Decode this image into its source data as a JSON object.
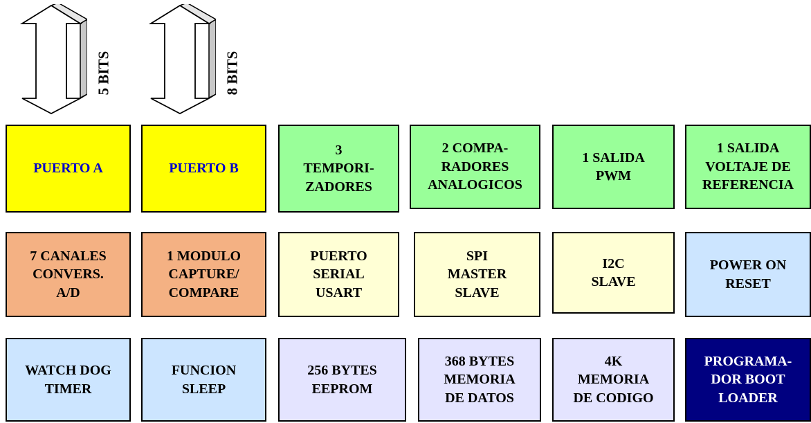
{
  "arrows": [
    {
      "label": "5 BITS",
      "icon": "double-arrow-icon"
    },
    {
      "label": "8 BITS",
      "icon": "double-arrow-icon"
    }
  ],
  "colors": {
    "yellow": "#ffff00",
    "green": "#99ff99",
    "orange": "#f4b183",
    "cream": "#ffffd5",
    "lightblue": "#cce5ff",
    "lavender": "#e4e4ff",
    "navy": "#000080",
    "blue_text": "#0000cc",
    "white_text": "#ffffff",
    "black_text": "#000000"
  },
  "blocks": [
    {
      "text": "PUERTO A",
      "fill": "#ffff00",
      "color": "#0000cc"
    },
    {
      "text": "PUERTO B",
      "fill": "#ffff00",
      "color": "#0000cc"
    },
    {
      "text": "3\nTEMPORI-\nZADORES",
      "fill": "#99ff99",
      "color": "#000000"
    },
    {
      "text": "2 COMPA-\nRADORES\nANALOGICOS",
      "fill": "#99ff99",
      "color": "#000000"
    },
    {
      "text": "1 SALIDA\nPWM",
      "fill": "#99ff99",
      "color": "#000000"
    },
    {
      "text": "1 SALIDA\nVOLTAJE DE\nREFERENCIA",
      "fill": "#99ff99",
      "color": "#000000"
    },
    {
      "text": "7 CANALES\nCONVERS.\nA/D",
      "fill": "#f4b183",
      "color": "#000000"
    },
    {
      "text": "1 MODULO\nCAPTURE/\nCOMPARE",
      "fill": "#f4b183",
      "color": "#000000"
    },
    {
      "text": "PUERTO\nSERIAL\nUSART",
      "fill": "#ffffd5",
      "color": "#000000"
    },
    {
      "text": "SPI\nMASTER\nSLAVE",
      "fill": "#ffffd5",
      "color": "#000000"
    },
    {
      "text": "I2C\nSLAVE",
      "fill": "#ffffd5",
      "color": "#000000"
    },
    {
      "text": "POWER ON\nRESET",
      "fill": "#cce5ff",
      "color": "#000000"
    },
    {
      "text": "WATCH DOG\nTIMER",
      "fill": "#cce5ff",
      "color": "#000000"
    },
    {
      "text": "FUNCION\nSLEEP",
      "fill": "#cce5ff",
      "color": "#000000"
    },
    {
      "text": "256 BYTES\nEEPROM",
      "fill": "#e4e4ff",
      "color": "#000000"
    },
    {
      "text": "368 BYTES\nMEMORIA\nDE DATOS",
      "fill": "#e4e4ff",
      "color": "#000000"
    },
    {
      "text": "4K\nMEMORIA\nDE CODIGO",
      "fill": "#e4e4ff",
      "color": "#000000"
    },
    {
      "text": "PROGRAMA-\nDOR BOOT\nLOADER",
      "fill": "#000080",
      "color": "#ffffff"
    }
  ]
}
